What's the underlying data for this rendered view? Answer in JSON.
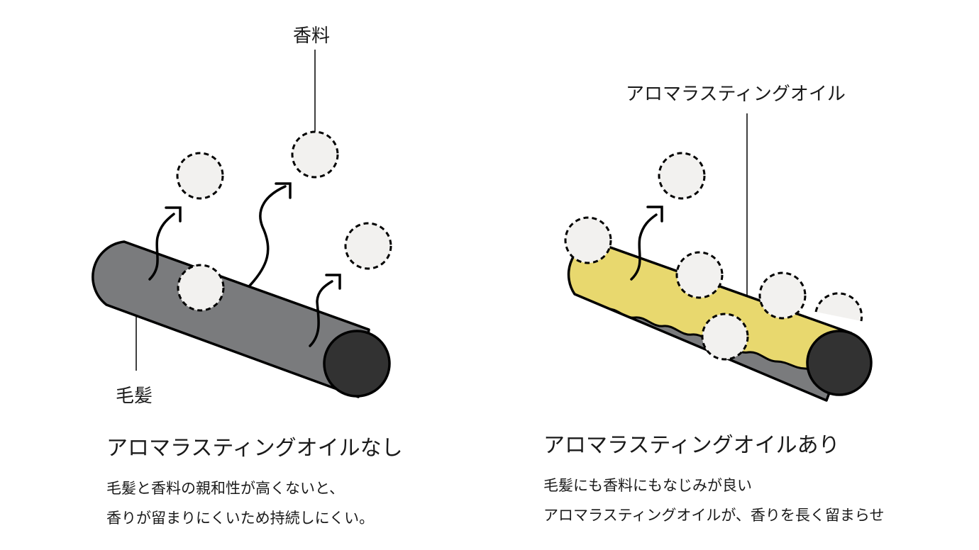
{
  "colors": {
    "hair_gray": "#7a7b7d",
    "hair_end": "#323232",
    "oil_yellow": "#e8d86e",
    "fragrance_fill": "#f2f1ef",
    "outline": "#000000"
  },
  "left_panel": {
    "callout_fragrance": "香料",
    "callout_hair": "毛髪",
    "title": "アロマラスティングオイルなし",
    "description": [
      "毛髪と香料の親和性が高くないと、",
      "香りが留まりにくいため持続しにくい。"
    ]
  },
  "right_panel": {
    "callout_oil": "アロマラスティングオイル",
    "title": "アロマラスティングオイルあり",
    "description": [
      "毛髪にも香料にもなじみが良い",
      "アロマラスティングオイルが、香りを長く留まらせ"
    ]
  }
}
